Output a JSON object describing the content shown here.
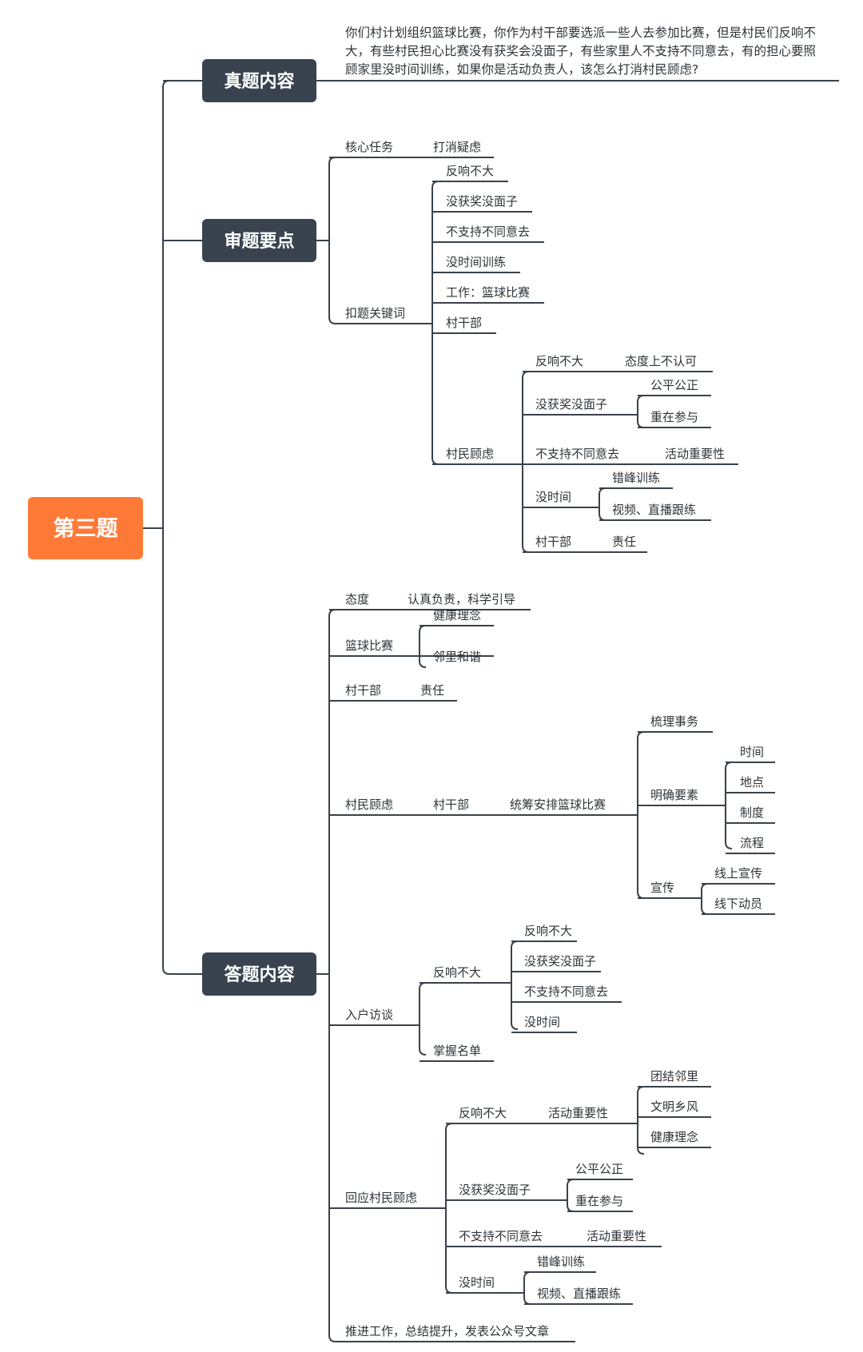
{
  "root": {
    "label": "第三题",
    "color": "#FF7A37"
  },
  "palette": {
    "branch_box": "#38434F",
    "line": "#3A4149",
    "text": "#2E3338",
    "box_text": "#FFFFFF"
  },
  "question": {
    "label": "真题内容",
    "text_lines": [
      "你们村计划组织篮球比赛，你作为村干部要选派一些人去参加比赛，但是村民们反响不",
      "大，有些村民担心比赛没有获奖会没面子，有些家里人不支持不同意去，有的担心要照",
      "顾家里没时间训练，如果你是活动负责人，该怎么打消村民顾虑?"
    ]
  },
  "analysis": {
    "label": "审题要点",
    "core_task": {
      "label": "核心任务",
      "value": "打消疑虑"
    },
    "keywords": {
      "label": "扣题关键词",
      "items": [
        "反响不大",
        "没获奖没面子",
        "不支持不同意去",
        "没时间训练",
        "工作：篮球比赛",
        "村干部"
      ],
      "concerns": {
        "label": "村民顾虑",
        "n1": {
          "label": "反响不大",
          "child": "态度上不认可"
        },
        "n2": {
          "label": "没获奖没面子",
          "children": [
            "公平公正",
            "重在参与"
          ]
        },
        "n3": {
          "label": "不支持不同意去",
          "child": "活动重要性"
        },
        "n4": {
          "label": "没时间",
          "children": [
            "错峰训练",
            "视频、直播跟练"
          ]
        },
        "n5": {
          "label": "村干部",
          "child": "责任"
        }
      }
    }
  },
  "answer": {
    "label": "答题内容",
    "attitude": {
      "label": "态度",
      "value": "认真负责，科学引导"
    },
    "basketball": {
      "label": "篮球比赛",
      "children": [
        "健康理念",
        "邻里和谐"
      ]
    },
    "cadre": {
      "label": "村干部",
      "value": "责任"
    },
    "concerns": {
      "label": "村民顾虑",
      "cadre": "村干部",
      "plan": "统筹安排篮球比赛",
      "sort": "梳理事务",
      "elements": {
        "label": "明确要素",
        "children": [
          "时间",
          "地点",
          "制度",
          "流程"
        ]
      },
      "publicity": {
        "label": "宣传",
        "children": [
          "线上宣传",
          "线下动员"
        ]
      }
    },
    "visits": {
      "label": "入户访谈",
      "feedback": {
        "label": "反响不大",
        "children": [
          "反响不大",
          "没获奖没面子",
          "不支持不同意去",
          "没时间"
        ]
      },
      "roster": "掌握名单"
    },
    "respond": {
      "label": "回应村民顾虑",
      "r1": {
        "label": "反响不大",
        "mid": "活动重要性",
        "children": [
          "团结邻里",
          "文明乡风",
          "健康理念"
        ]
      },
      "r2": {
        "label": "没获奖没面子",
        "children": [
          "公平公正",
          "重在参与"
        ]
      },
      "r3": {
        "label": "不支持不同意去",
        "child": "活动重要性"
      },
      "r4": {
        "label": "没时间",
        "children": [
          "错峰训练",
          "视频、直播跟练"
        ]
      }
    },
    "summary": "推进工作，总结提升，发表公众号文章"
  }
}
